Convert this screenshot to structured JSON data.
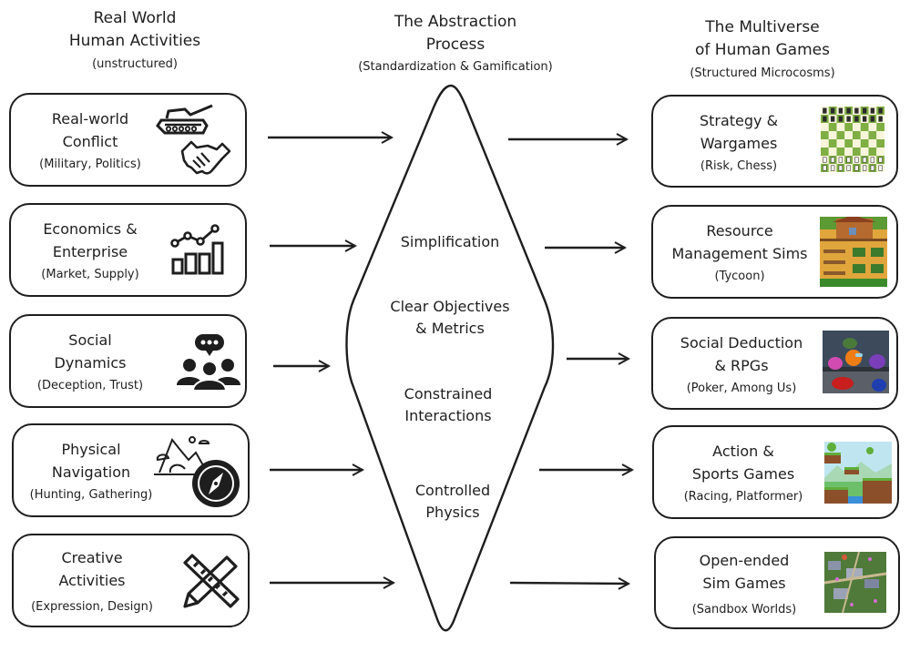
{
  "columns": {
    "left": {
      "title_line1": "Real World",
      "title_line2": "Human Activities",
      "subtitle": "(unstructured)"
    },
    "middle": {
      "title_line1": "The Abstraction",
      "title_line2": "Process",
      "subtitle": "(Standardization & Gamification)"
    },
    "right": {
      "title_line1": "The Multiverse",
      "title_line2": "of Human Games",
      "subtitle": "(Structured Microcosms)"
    }
  },
  "activities": [
    {
      "line1": "Real-world",
      "line2": "Conflict",
      "sub": "(Military, Politics)",
      "icon": "tank-handshake-icon"
    },
    {
      "line1": "Economics &",
      "line2": "Enterprise",
      "sub": "(Market, Supply)",
      "icon": "chart-growth-icon"
    },
    {
      "line1": "Social",
      "line2": "Dynamics",
      "sub": "(Deception, Trust)",
      "icon": "group-chat-icon"
    },
    {
      "line1": "Physical",
      "line2": "Navigation",
      "sub": "(Hunting, Gathering)",
      "icon": "mountain-compass-icon"
    },
    {
      "line1": "Creative",
      "line2": "Activities",
      "sub": "(Expression, Design)",
      "icon": "pencil-ruler-icon"
    }
  ],
  "process_steps": [
    {
      "line1": "Simplification",
      "line2": ""
    },
    {
      "line1": "Clear Objectives",
      "line2": "& Metrics"
    },
    {
      "line1": "Constrained",
      "line2": "Interactions"
    },
    {
      "line1": "Controlled",
      "line2": "Physics"
    }
  ],
  "games": [
    {
      "line1": "Strategy &",
      "line2": "Wargames",
      "sub": "(Risk, Chess)",
      "image": "chess-board-image"
    },
    {
      "line1": "Resource",
      "line2": "Management Sims",
      "sub": "(Tycoon)",
      "image": "farm-sim-image"
    },
    {
      "line1": "Social Deduction",
      "line2": "& RPGs",
      "sub": "(Poker, Among Us)",
      "image": "among-us-image"
    },
    {
      "line1": "Action &",
      "line2": "Sports Games",
      "sub": "(Racing, Platformer)",
      "image": "platformer-image"
    },
    {
      "line1": "Open-ended",
      "line2": "Sim Games",
      "sub": "(Sandbox Worlds)",
      "image": "sandbox-city-image"
    }
  ],
  "colors": {
    "stroke": "#1e1e1e",
    "chess_green": "#7fae42",
    "chess_light": "#f7f6dc"
  }
}
